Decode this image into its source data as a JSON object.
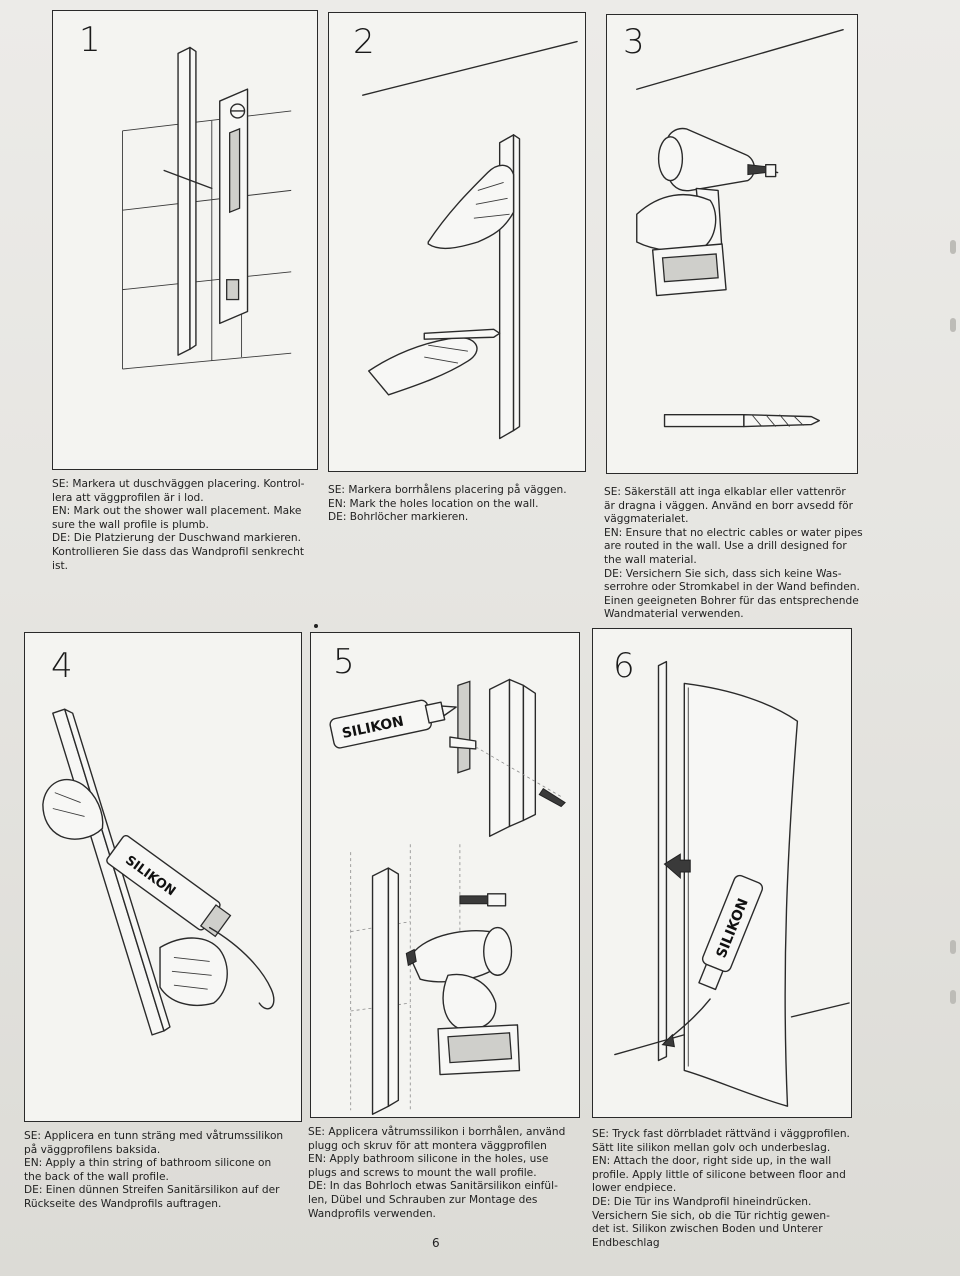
{
  "page_number": "6",
  "silicone_label": "SILIKON",
  "steps": [
    {
      "number": "1",
      "caption": "SE: Markera ut duschväggen placering. Kontrol-\nlera att väggprofilen är i lod.\nEN: Mark out the shower wall placement. Make\nsure the wall profile is plumb.\nDE: Die Platzierung der Duschwand markieren.\nKontrollieren Sie dass das Wandprofil senkrecht\nist."
    },
    {
      "number": "2",
      "caption": "SE: Markera borrhålens placering på väggen.\nEN: Mark the holes location on the wall.\nDE: Bohrlöcher markieren."
    },
    {
      "number": "3",
      "caption": "SE: Säkerställ att inga elkablar eller vattenrör\när dragna i väggen. Använd en borr avsedd för\nväggmaterialet.\nEN: Ensure that no electric cables or water pipes\nare routed in the wall. Use a drill designed for\nthe wall material.\nDE: Versichern Sie sich, dass sich keine Was-\nserrohre oder Stromkabel in der Wand befinden.\nEinen geeigneten Bohrer für das entsprechende\nWandmaterial verwenden."
    },
    {
      "number": "4",
      "caption": "SE: Applicera en tunn sträng med våtrumssilikon\npå väggprofilens baksida.\nEN: Apply a thin string of bathroom silicone on\nthe back of the wall profile.\nDE: Einen dünnen Streifen Sanitärsilikon auf der\nRückseite des Wandprofils auftragen."
    },
    {
      "number": "5",
      "caption": "SE: Applicera våtrumssilikon i borrhålen, använd\nplugg och skruv för att montera väggprofilen\nEN: Apply bathroom silicone in the holes, use\nplugs and screws to mount the wall profile.\nDE: In das Bohrloch etwas Sanitärsilikon einfül-\nlen, Dübel und Schrauben zur Montage des\nWandprofils verwenden."
    },
    {
      "number": "6",
      "caption": "SE: Tryck fast dörrbladet rättvänd i väggprofilen.\nSätt lite silikon mellan golv och underbeslag.\nEN: Attach the door, right side up, in the wall\nprofile. Apply little of silicone between floor and\nlower endpiece.\nDE: Die Tür ins Wandprofil hineindrücken.\nVersichern Sie sich, ob die Tür richtig gewen-\ndet ist. Silikon zwischen Boden und Unterer\nEndbeschlag"
    }
  ]
}
